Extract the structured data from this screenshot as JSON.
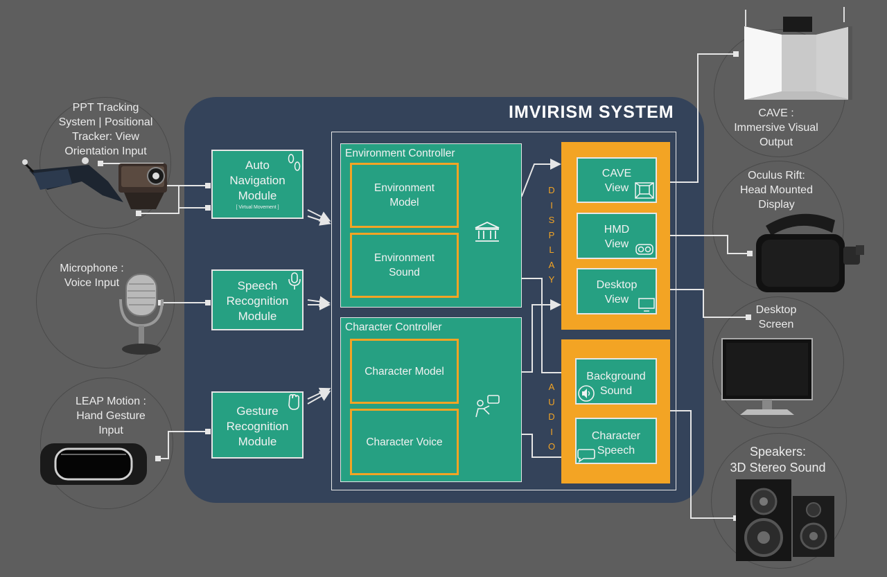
{
  "system": {
    "title": "IMVIRISM SYSTEM"
  },
  "inputs": {
    "ppt": {
      "label_lines": [
        "PPT Tracking",
        "System | Positional",
        "Tracker: View",
        "Orientation Input"
      ]
    },
    "microphone": {
      "label_lines": [
        "Microphone :",
        "Voice Input"
      ]
    },
    "leap": {
      "label_lines": [
        "LEAP Motion :",
        "Hand Gesture",
        "Input"
      ]
    }
  },
  "modules": {
    "auto_nav": {
      "lines": [
        "Auto",
        "Navigation",
        "Module"
      ],
      "note": "[ Virtual Movement ]"
    },
    "speech": {
      "lines": [
        "Speech",
        "Recognition",
        "Module"
      ]
    },
    "gesture": {
      "lines": [
        "Gesture",
        "Recognition",
        "Module"
      ]
    }
  },
  "controllers": {
    "environment": {
      "title": "Environment Controller",
      "model": {
        "lines": [
          "Environment",
          "Model"
        ]
      },
      "sound": {
        "lines": [
          "Environment",
          "Sound"
        ]
      }
    },
    "character": {
      "title": "Character Controller",
      "model": {
        "lines": [
          "Character Model"
        ]
      },
      "voice": {
        "lines": [
          "Character Voice"
        ]
      }
    }
  },
  "display": {
    "letters": [
      "D",
      "I",
      "S",
      "P",
      "L",
      "A",
      "Y"
    ],
    "cave": {
      "lines": [
        "CAVE",
        "View"
      ]
    },
    "hmd": {
      "lines": [
        "HMD",
        "View"
      ]
    },
    "desktop": {
      "lines": [
        "Desktop",
        "View"
      ]
    }
  },
  "audio": {
    "letters": [
      "A",
      "U",
      "D",
      "I",
      "O"
    ],
    "background": {
      "lines": [
        "Background",
        "Sound"
      ]
    },
    "character": {
      "lines": [
        "Character",
        "Speech"
      ]
    }
  },
  "outputs": {
    "cave": {
      "label_lines": [
        "CAVE :",
        "Immersive Visual",
        "Output"
      ]
    },
    "oculus": {
      "label_lines": [
        "Oculus Rift:",
        "Head Mounted",
        "Display"
      ]
    },
    "desktop": {
      "label_lines": [
        "Desktop",
        "Screen"
      ]
    },
    "speakers": {
      "label_lines": [
        "Speakers:",
        "3D Stereo Sound"
      ]
    }
  },
  "colors": {
    "background": "#5e5e5e",
    "panel": "#34435a",
    "module": "#26a082",
    "accent": "#f3a424",
    "line": "#e6e6e6"
  }
}
